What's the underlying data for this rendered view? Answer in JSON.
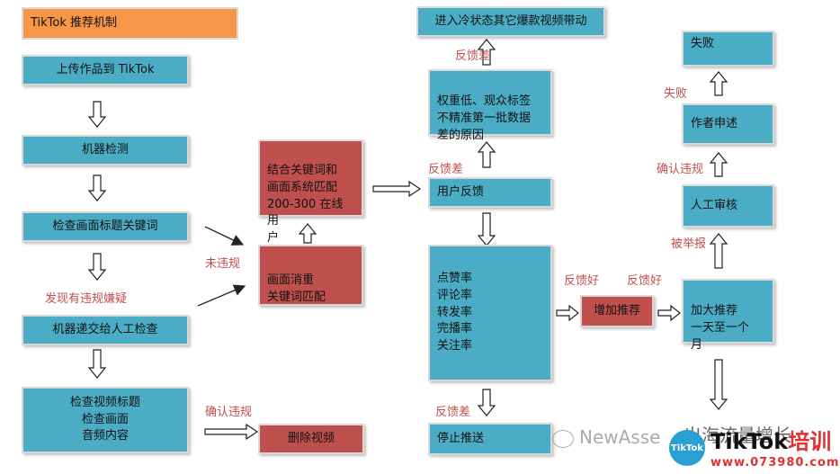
{
  "boxes": {
    "title": "TikTok 推荐机制",
    "upload": "上传作品到 TikTok",
    "machine_check": "机器检测",
    "check_title_kw": "检查画面标题关键词",
    "send_manual": "机器递交给人工检查",
    "check_video": "检查视频标题\n检查画面\n音频内容",
    "delete_video": "删除视频",
    "dedup": "画面消重\n关键词匹配",
    "match_online": "结合关键词和\n画面系统匹配\n200-300 在线用\n户",
    "user_feedback": "用户反馈",
    "metrics": "点赞率\n评论率\n转发率\n完播率\n关注率",
    "stop_push": "停止推送",
    "low_weight": "权重低、观众标签\n不精准第一批数据\n差的原因",
    "cold_state": "进入冷状态其它爆款视频带动",
    "add_push": "增加推荐",
    "more_push": "加大推荐\n一天至一个\n月",
    "manual_review": "人工审核",
    "author_appeal": "作者申述",
    "fail": "失败"
  },
  "labels": {
    "suspected": "发现有违规嫌疑",
    "no_violation": "未违规",
    "confirm_violation_left": "确认违规",
    "feedback_bad_top": "反馈差",
    "feedback_bad_mid": "反馈差",
    "feedback_bad_bottom": "反馈差",
    "feedback_good_1": "反馈好",
    "feedback_good_2": "反馈好",
    "reported": "被举报",
    "confirm_violation_right": "确认违规",
    "fail_label": "失败"
  },
  "watermark": {
    "wechat": "NewAsse",
    "cn_text": "出海流量增长",
    "badge": "TikTok",
    "brand_en": "TikTok",
    "brand_cn": "培训",
    "site": "www.073980.com"
  },
  "colors": {
    "blue": "#4bacc6",
    "red": "#c0504d",
    "orange": "#f79646",
    "label_red": "#c0504d"
  }
}
